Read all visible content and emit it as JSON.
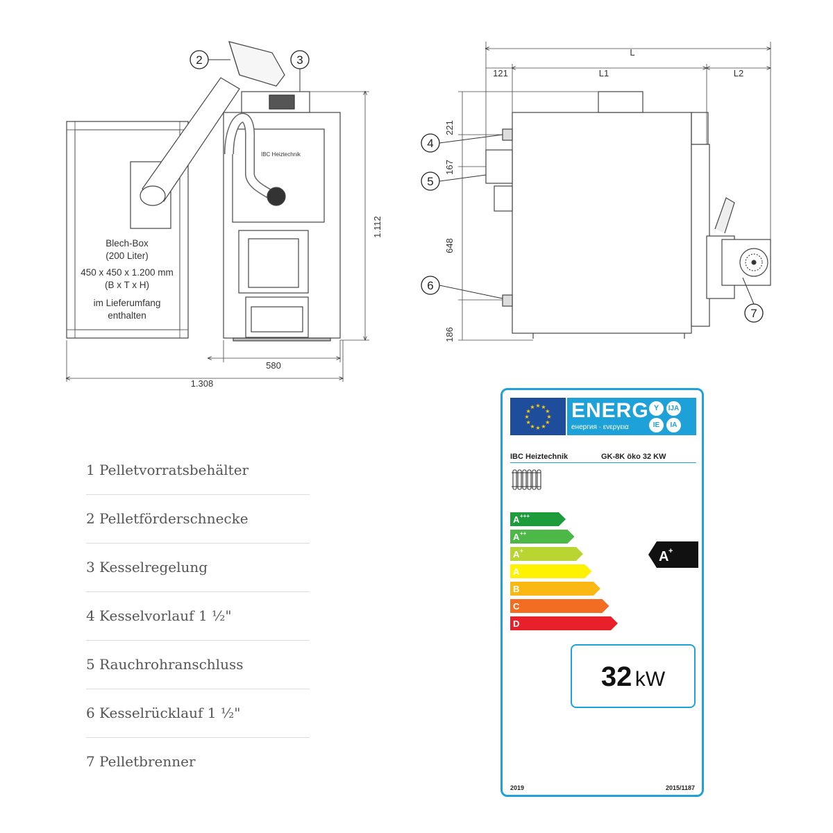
{
  "front_view": {
    "box_text": [
      "Blech-Box",
      "(200 Liter)",
      "450 x 450 x 1.200 mm",
      "(B x T x H)",
      "im Lieferumfang",
      "enthalten"
    ],
    "brand_text": "IBC Heiztechnik",
    "callouts": [
      "2",
      "3"
    ],
    "dims": {
      "width_boiler": "580",
      "width_total": "1.308",
      "height": "1.112"
    }
  },
  "side_view": {
    "dims": {
      "L": "L",
      "L1": "L1",
      "L2": "L2",
      "d121": "121",
      "d221": "221",
      "d167": "167",
      "d648": "648",
      "d186": "186"
    },
    "callouts": [
      "4",
      "5",
      "6",
      "7"
    ]
  },
  "legend": [
    "1 Pelletvorratsbehälter",
    "2 Pelletförderschnecke",
    "3 Kesselregelung",
    "4 Kesselvorlauf 1 ½\"",
    "5 Rauchrohranschluss",
    "6 Kesselrücklauf 1 ½\"",
    "7 Pelletbrenner"
  ],
  "energy_label": {
    "header": "ENERG",
    "header_sub": "енергия · ενεργεια",
    "lang_badges": [
      "Y",
      "IJA",
      "IE",
      "IA"
    ],
    "supplier": "IBC Heiztechnik",
    "model": "GK-8K öko 32 KW",
    "classes": [
      {
        "label": "A",
        "sup": "+++",
        "color": "#1e9b3b"
      },
      {
        "label": "A",
        "sup": "++",
        "color": "#4cb848"
      },
      {
        "label": "A",
        "sup": "+",
        "color": "#b9d531"
      },
      {
        "label": "A",
        "sup": "",
        "color": "#fff200"
      },
      {
        "label": "B",
        "sup": "",
        "color": "#fbb813"
      },
      {
        "label": "C",
        "sup": "",
        "color": "#f26c22"
      },
      {
        "label": "D",
        "sup": "",
        "color": "#e8202a"
      }
    ],
    "rating": {
      "label": "A",
      "sup": "+"
    },
    "power_value": "32",
    "power_unit": "kW",
    "year": "2019",
    "regulation": "2015/1187",
    "border_color": "#1ea1d9",
    "flag_color": "#1e4d9c",
    "star_color": "#ffcc00"
  }
}
